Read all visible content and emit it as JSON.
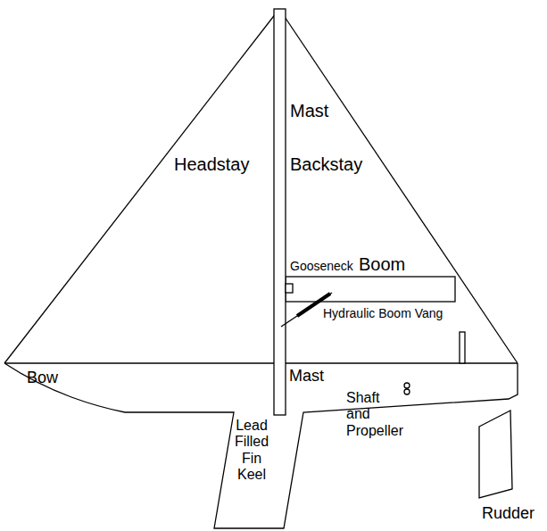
{
  "diagram": {
    "labels": [
      "Mast",
      "Headstay",
      "Backstay",
      "Gooseneck",
      "Boom",
      "Hydraulic Boom Vang",
      "Bow",
      "Mast",
      "Lead Filled Fin Keel",
      "Shaft and Propeller",
      "Rudder"
    ]
  }
}
